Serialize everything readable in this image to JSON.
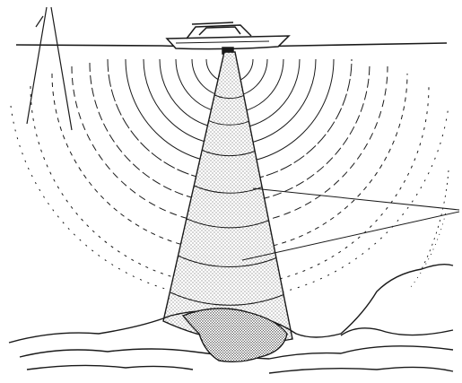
{
  "figure": {
    "subject": "sonar-beam-from-boat-illustration",
    "elements": [
      "boat",
      "water-surface",
      "sound-wave-arcs",
      "sonar-cone",
      "seabed",
      "callout-lines"
    ],
    "ink_color": "#1a1a1a",
    "background_color": "#ffffff",
    "labels": []
  }
}
